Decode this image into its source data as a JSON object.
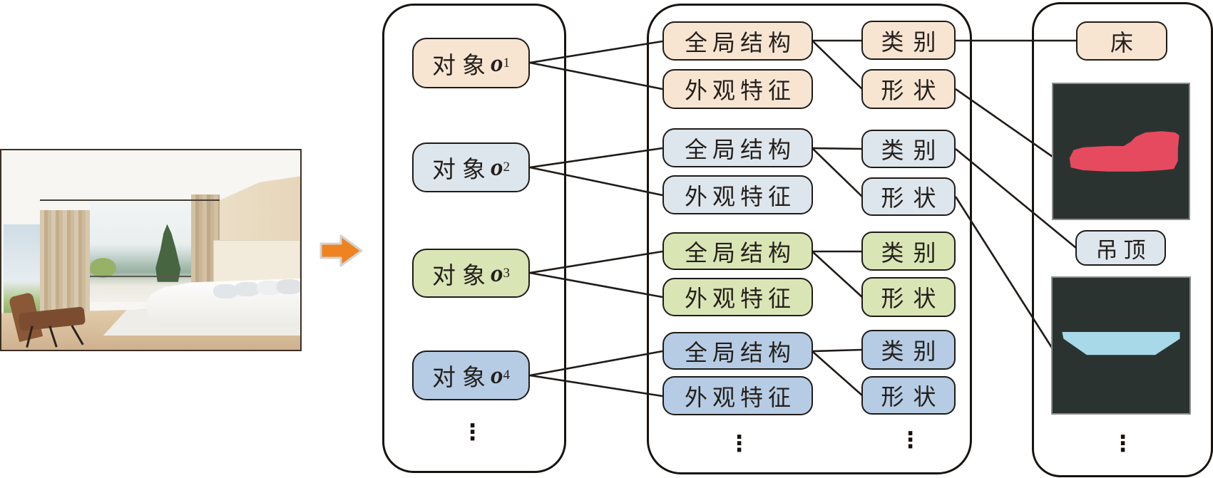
{
  "palette": {
    "peach": "#f7e5d2",
    "bluegray": "#dde6ec",
    "green": "#d9e5b5",
    "blue": "#b6cce4",
    "mask_bg": "#2b3331",
    "mask_red": "#e64a5e",
    "mask_blue": "#a7d9e9",
    "arrow_orange": "#ef8320",
    "arrow_outline": "#d2d2d2",
    "line": "#1f1b18"
  },
  "objects_panel": {
    "items": [
      {
        "label": "对象",
        "symbol": "o",
        "subscript": "1"
      },
      {
        "label": "对象",
        "symbol": "o",
        "subscript": "2"
      },
      {
        "label": "对象",
        "symbol": "o",
        "subscript": "3"
      },
      {
        "label": "对象",
        "symbol": "o",
        "subscript": "4"
      }
    ],
    "ellipsis": "⋮"
  },
  "attributes_panel": {
    "rows": [
      {
        "structure": "全局结构",
        "appearance": "外观特征",
        "category": "类别",
        "shape": "形状"
      },
      {
        "structure": "全局结构",
        "appearance": "外观特征",
        "category": "类别",
        "shape": "形状"
      },
      {
        "structure": "全局结构",
        "appearance": "外观特征",
        "category": "类别",
        "shape": "形状"
      },
      {
        "structure": "全局结构",
        "appearance": "外观特征",
        "category": "类别",
        "shape": "形状"
      }
    ],
    "ellipsis_structure": "⋮",
    "ellipsis_category": "⋮"
  },
  "instances_panel": {
    "bed_label": "床",
    "ceiling_label": "吊顶",
    "ellipsis": "⋮"
  }
}
